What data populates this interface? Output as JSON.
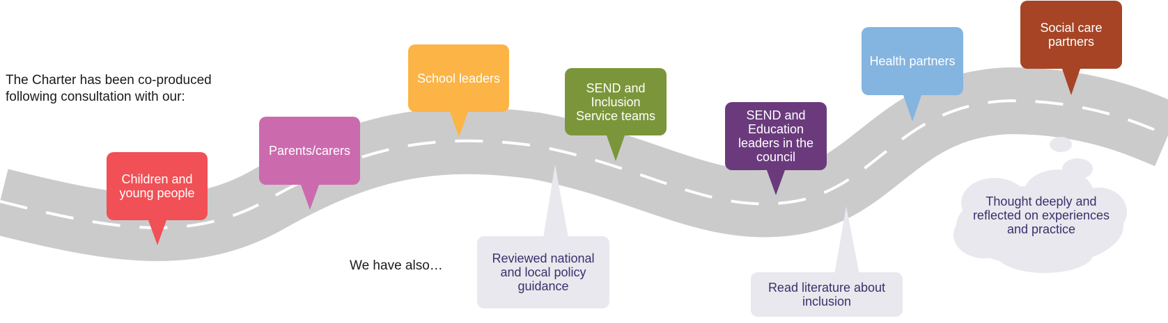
{
  "intro": {
    "text": "The Charter has been co-produced following consultation with our:"
  },
  "stakeholders": [
    {
      "label": "Children and young people",
      "color": "#f05056"
    },
    {
      "label": "Parents/carers",
      "color": "#cc6aae"
    },
    {
      "label": "School leaders",
      "color": "#fbb445"
    },
    {
      "label": "SEND and Inclusion Service teams",
      "color": "#7b963a"
    },
    {
      "label": "SEND and Education leaders in the council",
      "color": "#6b3a7d"
    },
    {
      "label": "Health partners",
      "color": "#84b4e0"
    },
    {
      "label": "Social care partners",
      "color": "#a64425"
    }
  ],
  "also": {
    "text": "We have also…"
  },
  "activities": [
    {
      "label": "Reviewed national and local policy guidance"
    },
    {
      "label": "Read literature about inclusion"
    },
    {
      "label": "Thought deeply and reflected on experiences and practice"
    }
  ],
  "colors": {
    "road": "#cbcbcb",
    "road_line": "#ffffff",
    "callout_bg": "#e9e8ee",
    "callout_text": "#3c2f6b"
  }
}
